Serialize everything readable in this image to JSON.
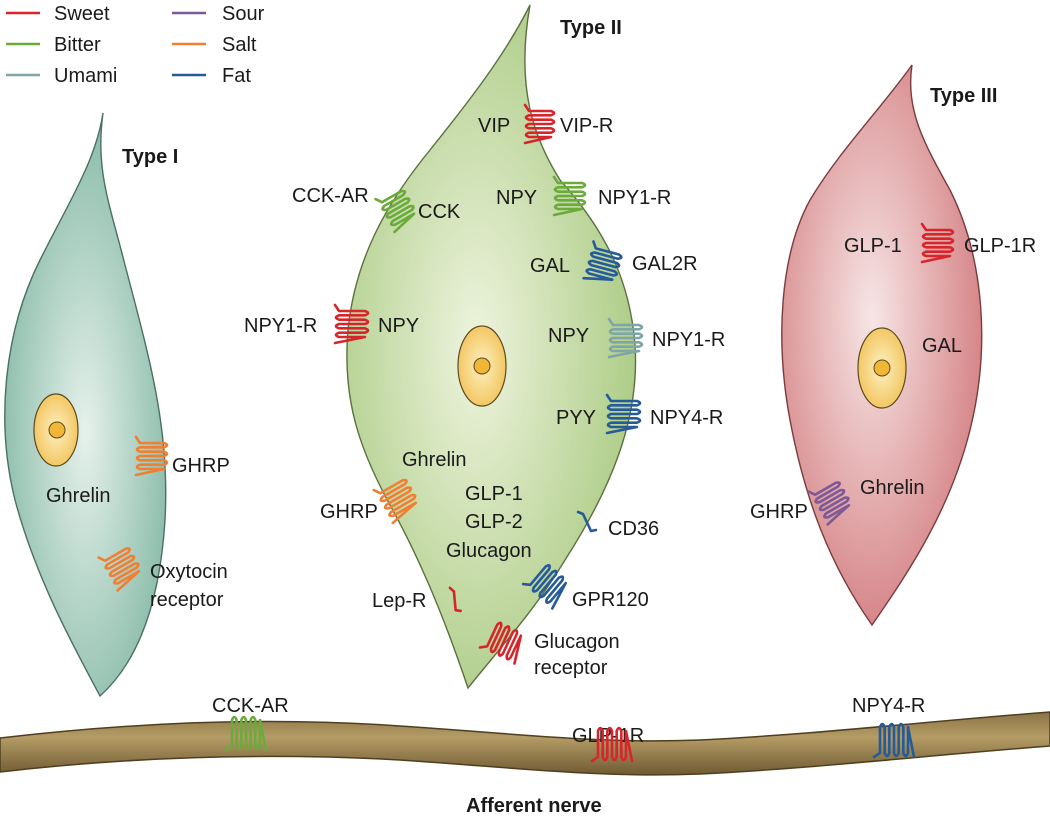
{
  "legend": {
    "items": [
      {
        "label": "Sweet",
        "color": "#d7262b"
      },
      {
        "label": "Bitter",
        "color": "#6aab3c"
      },
      {
        "label": "Umami",
        "color": "#7fa6a6"
      },
      {
        "label": "Sour",
        "color": "#7d5a96"
      },
      {
        "label": "Salt",
        "color": "#ef8033"
      },
      {
        "label": "Fat",
        "color": "#255b98"
      }
    ]
  },
  "cells": {
    "type1": {
      "title": "Type I",
      "hormone": "Ghrelin",
      "receptors": [
        {
          "label": "GHRP",
          "taste": "salt"
        },
        {
          "label": "Oxytocin",
          "label2": "receptor",
          "taste": "salt"
        }
      ]
    },
    "type2": {
      "title": "Type II",
      "labels": {
        "vip": "VIP",
        "vip_r": "VIP-R",
        "cck_ar": "CCK-AR",
        "cck": "CCK",
        "npy_a": "NPY",
        "npy1r_a": "NPY1-R",
        "gal": "GAL",
        "gal2r": "GAL2R",
        "npy1r_left": "NPY1-R",
        "npy_left": "NPY",
        "npy_b": "NPY",
        "npy1r_b": "NPY1-R",
        "pyy": "PYY",
        "npy4r": "NPY4-R",
        "ghrelin": "Ghrelin",
        "ghrp": "GHRP",
        "glp1": "GLP-1",
        "glp2": "GLP-2",
        "glucagon": "Glucagon",
        "cd36": "CD36",
        "gpr120": "GPR120",
        "lep_r": "Lep-R",
        "glucagon_receptor": "Glucagon",
        "glucagon_receptor2": "receptor"
      }
    },
    "type3": {
      "title": "Type III",
      "labels": {
        "glp1": "GLP-1",
        "glp1r": "GLP-1R",
        "gal": "GAL",
        "ghrelin": "Ghrelin",
        "ghrp": "GHRP"
      }
    }
  },
  "nerve": {
    "title": "Afferent nerve",
    "receptors": [
      {
        "label": "CCK-AR",
        "taste": "bitter"
      },
      {
        "label": "GLP-1R",
        "taste": "sweet"
      },
      {
        "label": "NPY4-R",
        "taste": "fat"
      }
    ]
  }
}
